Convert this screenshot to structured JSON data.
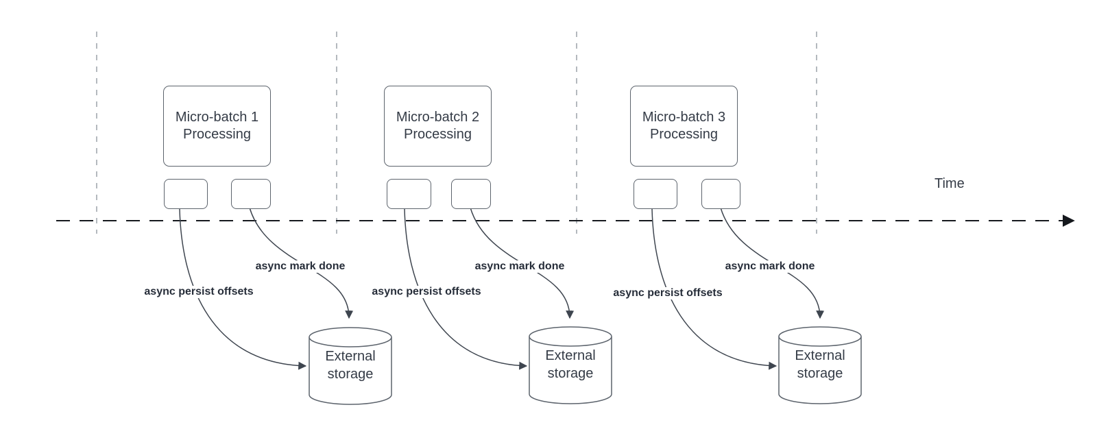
{
  "colors": {
    "box_border": "#5c636c",
    "curve": "#3e454f",
    "timeline": "#15181d",
    "guide_line": "#b4b9be",
    "text": "#343b46",
    "label_text": "#262d39",
    "background": "#ffffff"
  },
  "timeline": {
    "label": "Time"
  },
  "groups": [
    {
      "batch_title": "Micro-batch 1\nProcessing",
      "persist_label": "async persist offsets",
      "mark_done_label": "async mark done",
      "storage_label": "External\nstorage"
    },
    {
      "batch_title": "Micro-batch 2\nProcessing",
      "persist_label": "async persist offsets",
      "mark_done_label": "async mark done",
      "storage_label": "External\nstorage"
    },
    {
      "batch_title": "Micro-batch 3\nProcessing",
      "persist_label": "async persist offsets",
      "mark_done_label": "async mark done",
      "storage_label": "External\nstorage"
    }
  ]
}
